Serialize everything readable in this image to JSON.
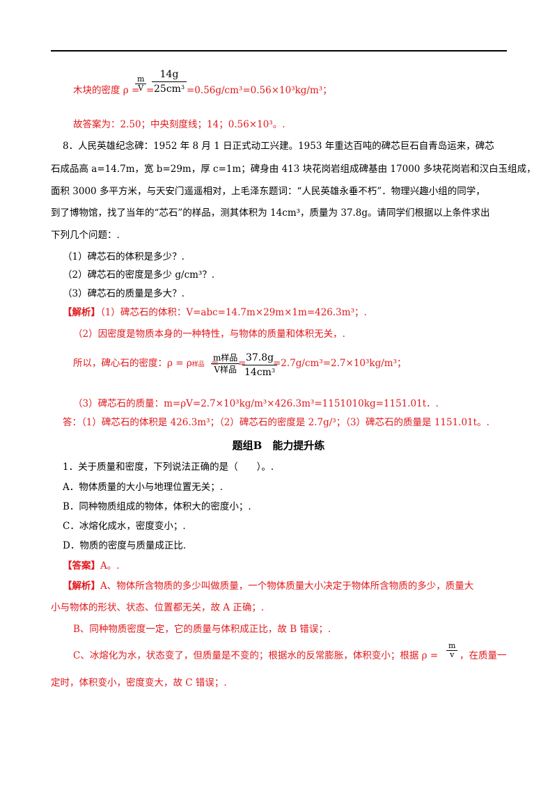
{
  "header_rule": true,
  "wood": {
    "prefix": "木块的密度 ρ =",
    "frac_outer_num": "m",
    "frac_outer_den": "V",
    "eq": "=",
    "frac_num": "14g",
    "frac_den": "25cm",
    "frac_den_sup": "3",
    "result": "=0.56g/cm³=0.56×10³kg/m³；"
  },
  "answer_prev": "故答案为：2.50；中央刻度线；14；0.56×10³。.",
  "q8": {
    "line1": "8．人民英雄纪念碑：1952 年 8 月 1 日正式动工兴建。1953 年重达百吨的碑芯巨石自青岛运来，碑芯",
    "line2": "石成品高 a=14.7m，宽 b=29m，厚 c=1m；碑身由 413 块花岗岩组成碑基由 17000 多块花岗岩和汉白玉组成，",
    "line3": "面积 3000 多平方米，与天安门遥遥相对，上毛泽东题词：“人民英雄永垂不朽”．物理兴趣小组的同学，",
    "line4": "到了博物馆，找了当年的“芯石”的样品，测其体积为 14cm³，质量为 37.8g。请同学们根据以上条件求出",
    "line5": "下列几个问题：.",
    "sub1": "（1）碑芯石的体积是多少？.",
    "sub2": "（2）碑芯石的密度是多少 g/cm³？.",
    "sub3": "（3）碑芯石的质量是多大？."
  },
  "sol8": {
    "jiexi_tag": "【解析】",
    "s1": "（1）碑芯石的体积：V=abc=14.7m×29m×1m=426.3m³；.",
    "s2": "（2）因密度是物质本身的一种特性，与物体的质量和体积无关，.",
    "s3_prefix": "所以，碑心石的密度：ρ = ρ",
    "s3_sub": "样品",
    "s3_eq": "=",
    "s3_outer_num": "m样品",
    "s3_outer_den": "V样品",
    "s3_frac_num": "37.8g",
    "s3_frac_den": "14cm",
    "s3_frac_den_sup": "3",
    "s3_result": "=2.7g/cm³=2.7×10³kg/m³；",
    "s4": "（3）碑芯石的质量：m=ρV=2.7×10³kg/m³×426.3m³=1151010kg=1151.01t．.",
    "answer": "答：（1）碑芯石的体积是 426.3m³；（2）碑芯石的密度是 2.7g/³；（3）碑芯石的质量是 1151.01t。."
  },
  "section_title": "题组B　能力提升练",
  "q1": {
    "stem": "1．关于质量和密度，下列说法正确的是（　　）。.",
    "A": "A．物体质量的大小与地理位置无关；.",
    "B": "B．同种物质组成的物体，体积大的密度小；.",
    "C": "C．冰熔化成水，密度变小；.",
    "D": "D．物质的密度与质量成正比.",
    "answer_tag": "【答案】",
    "answer_val": "A。.",
    "jiexi_tag": "【解析】",
    "e1": "A、物体所含物质的多少叫做质量，一个物体质量大小决定于物体所含物质的多少，质量大",
    "e2": "小与物体的形状、状态、位置都无关，故 A 正确；.",
    "e3": "B、同种物质密度一定，它的质量与体积成正比，故 B 错误；.",
    "e4_prefix": "C、冰熔化为水，状态变了，但质量是不变的；根据水的反常膨胀，体积变小；根据 ρ =",
    "e4_num": "m",
    "e4_den": "v",
    "e4_suffix": "，在质量一",
    "e5": "定时，体积变小，密度变大，故 C 错误；."
  },
  "colors": {
    "red": "#e0181c",
    "black": "#000000"
  }
}
